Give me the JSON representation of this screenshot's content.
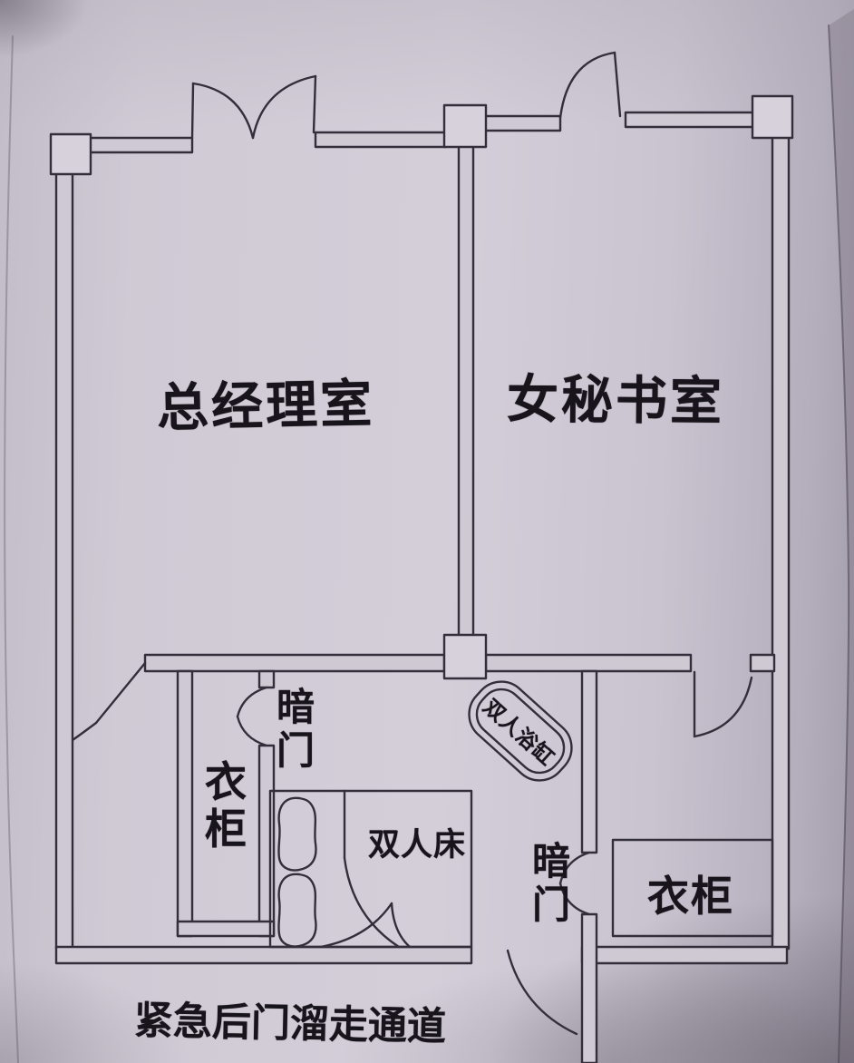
{
  "document": {
    "kind": "hand-drawn floor plan (photo of paper)",
    "language": "zh-CN"
  },
  "colors": {
    "paper": "#cfc9d4",
    "paper_light": "#d7d1db",
    "ink": "#332f3a",
    "text": "#17141b",
    "shadow": "#8f8896"
  },
  "rooms": {
    "gm_office": "总经理室",
    "secretary_room": "女秘书室"
  },
  "doors": {
    "hidden_door_left": "暗门",
    "hidden_door_right": "暗门"
  },
  "furniture": {
    "wardrobe_left": "衣柜",
    "wardrobe_right": "衣柜",
    "double_bed": "双人床",
    "double_bathtub": "双人浴缸"
  },
  "annotations": {
    "escape_passage": "紧急后门溜走通道"
  }
}
